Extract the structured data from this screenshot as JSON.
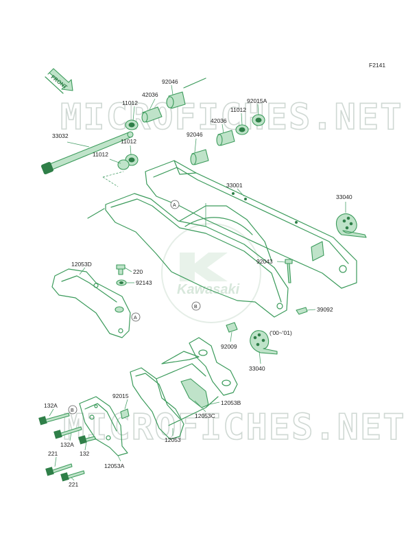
{
  "diagram_code": "F2141",
  "front_label": "FRONT",
  "watermark": {
    "top": "MICROFICHES.NET",
    "bottom": "MICROFICHES.NET",
    "logo": "Kawasaki"
  },
  "callout_A": "A",
  "callout_B": "B",
  "year_note": "('00~'01)",
  "parts": {
    "p92046a": "92046",
    "p42036a": "42036",
    "p11012a": "11012",
    "p92015A": "92015A",
    "p11012b": "11012",
    "p42036b": "42036",
    "p92046b": "92046",
    "p33032": "33032",
    "p11012c": "11012",
    "p11012d": "11012",
    "p33001": "33001",
    "p33040a": "33040",
    "p12053D": "12053D",
    "p220": "220",
    "p92143": "92143",
    "p92043": "92043",
    "p39092": "39092",
    "p92009": "92009",
    "p33040b": "33040",
    "p92015": "92015",
    "p12053B": "12053B",
    "p12053C": "12053C",
    "p132Aa": "132A",
    "p132Ab": "132A",
    "p132": "132",
    "p12053": "12053",
    "p221a": "221",
    "p221b": "221",
    "p12053A": "12053A"
  },
  "colors": {
    "parts": "#3a9a5a",
    "watermark": "#cfd8d3",
    "labels": "#222222"
  }
}
